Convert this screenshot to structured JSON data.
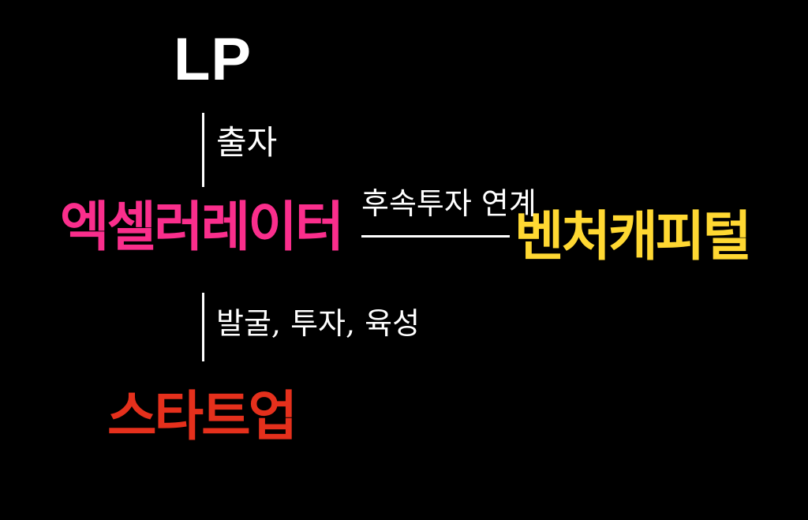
{
  "canvas": {
    "background_color": "#000000"
  },
  "diagram": {
    "title": "Accelerator ecosystem relationship diagram",
    "nodes": {
      "lp": {
        "label": "LP",
        "color": "#ffffff"
      },
      "accelerator": {
        "label": "엑셀러레이터",
        "color": "#fa2e8c"
      },
      "venture_capital": {
        "label": "벤처캐피털",
        "color": "#ffd832"
      },
      "startup": {
        "label": "스타트업",
        "color": "#e5301c"
      }
    },
    "edges": {
      "lp_to_accelerator": {
        "label": "출자",
        "orientation": "vertical",
        "line_color": "#ffffff"
      },
      "accelerator_to_vc": {
        "label": "후속투자 연계",
        "orientation": "horizontal",
        "line_color": "#ffffff"
      },
      "accelerator_to_startup": {
        "label": "발굴, 투자, 육성",
        "orientation": "vertical",
        "line_color": "#ffffff"
      }
    }
  }
}
